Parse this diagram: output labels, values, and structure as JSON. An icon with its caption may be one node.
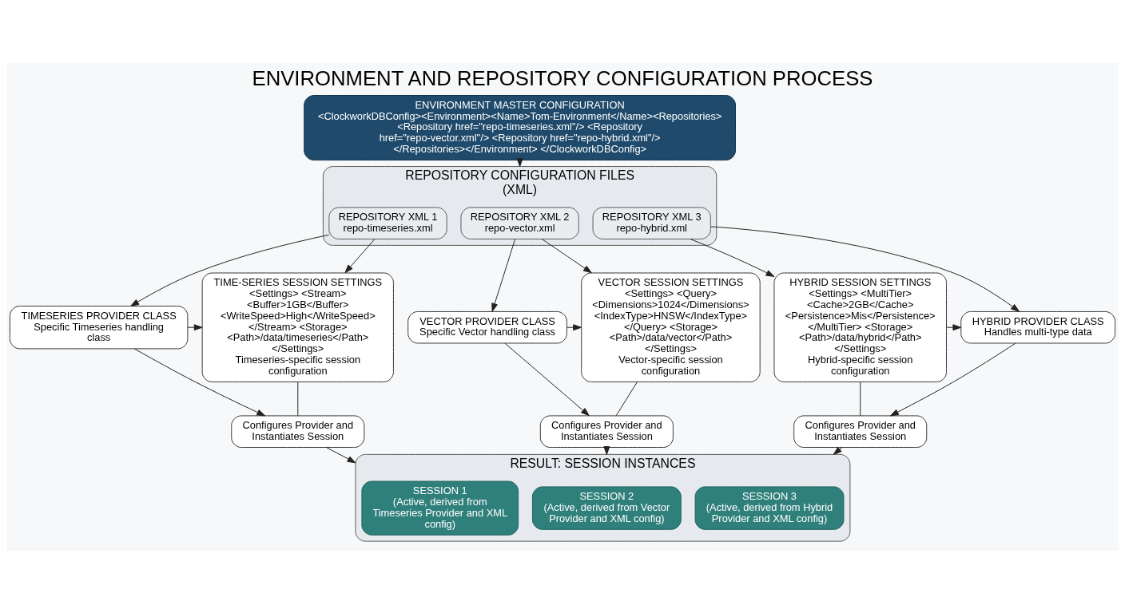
{
  "diagram": {
    "title": "ENVIRONMENT AND REPOSITORY CONFIGURATION PROCESS",
    "nodes": [
      {
        "text": [
          "ENVIRONMENT MASTER CONFIGURATION",
          "<ClockworkDBConfig><Environment><Name>Tom-Environment</Name><Repositories> <Repository href=\"repo-timeseries.xml\"/> <Repository href=\"repo-vector.xml\"/> <Repository href=\"repo-hybrid.xml\"/> </Repositories></Environment> </ClockworkDBConfig>"
        ]
      },
      {
        "text": [
          "REPOSITORY CONFIGURATION FILES (XML)"
        ]
      },
      {
        "text": [
          "REPOSITORY XML 1",
          "repo-timeseries.xml"
        ],
        "in": 1
      },
      {
        "text": [
          "REPOSITORY XML 2",
          "repo-vector.xml"
        ],
        "in": 1
      },
      {
        "text": [
          "REPOSITORY XML 3",
          "repo-hybrid.xml"
        ],
        "in": 1
      },
      {
        "text": [
          "TIMESERIES PROVIDER CLASS",
          "Specific Timeseries handling class"
        ]
      },
      {
        "text": [
          "TIME-SERIES SESSION SETTINGS",
          "<Settings> <Stream> <Buffer>1GB</Buffer> <WriteSpeed>High</WriteSpeed> </Stream> <Storage> <Path>/data/timeseries</Path> </Settings>",
          "Timeseries-specific session configuration"
        ]
      },
      {
        "text": [
          "Configures Provider and Instantiates Session"
        ]
      },
      {
        "text": [
          "VECTOR PROVIDER CLASS",
          "Specific Vector handling class"
        ]
      },
      {
        "text": [
          "VECTOR SESSION SETTINGS",
          "<Settings> <Query> <Dimensions>1024</Dimensions> <IndexType>HNSW</IndexType> </Query> <Storage> <Path>/data/vector</Path> </Settings>",
          "Vector-specific session configuration"
        ]
      },
      {
        "text": [
          "Configures Provider and Instantiates Session"
        ]
      },
      {
        "text": [
          "HYBRID PROVIDER CLASS",
          "Handles multi-type data"
        ]
      },
      {
        "text": [
          "HYBRID SESSION SETTINGS",
          "<Settings> <MultiTier> <Cache>2GB</Cache> <Persistence>Mis</Persistence> </MultiTier> <Storage> <Path>/data/hybrid</Path> </Settings>",
          "Hybrid-specific session configuration"
        ]
      },
      {
        "text": [
          "Configures Provider and Instantiates Session"
        ]
      },
      {
        "text": [
          "RESULT: SESSION INSTANCES"
        ]
      },
      {
        "text": [
          "SESSION 1",
          "(Active, derived from Timeseries Provider and XML config)"
        ],
        "in": 14
      },
      {
        "text": [
          "SESSION 2",
          "(Active, derived from Vector Provider and XML config)"
        ],
        "in": 14
      },
      {
        "text": [
          "SESSION 3",
          "(Active, derived from Hybrid Provider and XML config)"
        ],
        "in": 14
      }
    ],
    "edges": [
      {
        "from": 0,
        "to": 1,
        "arrow": "to"
      },
      {
        "from": 2,
        "to": 5,
        "arrow": "to"
      },
      {
        "from": 2,
        "to": 6,
        "arrow": "to"
      },
      {
        "from": 5,
        "to": 6,
        "arrow": "to"
      },
      {
        "from": 5,
        "to": 7,
        "arrow": "to"
      },
      {
        "from": 6,
        "to": 7,
        "arrow": "none"
      },
      {
        "from": 3,
        "to": 8,
        "arrow": "to"
      },
      {
        "from": 3,
        "to": 9,
        "arrow": "to"
      },
      {
        "from": 8,
        "to": 9,
        "arrow": "to"
      },
      {
        "from": 8,
        "to": 10,
        "arrow": "to"
      },
      {
        "from": 9,
        "to": 10,
        "arrow": "none"
      },
      {
        "from": 4,
        "to": 11,
        "arrow": "to"
      },
      {
        "from": 4,
        "to": 12,
        "arrow": "to"
      },
      {
        "from": 12,
        "to": 11,
        "arrow": "to"
      },
      {
        "from": 11,
        "to": 13,
        "arrow": "to"
      },
      {
        "from": 12,
        "to": 13,
        "arrow": "none"
      },
      {
        "from": 7,
        "to": 14,
        "arrow": "to"
      },
      {
        "from": 10,
        "to": 14,
        "arrow": "to"
      },
      {
        "from": 13,
        "to": 14,
        "arrow": "to"
      }
    ]
  }
}
